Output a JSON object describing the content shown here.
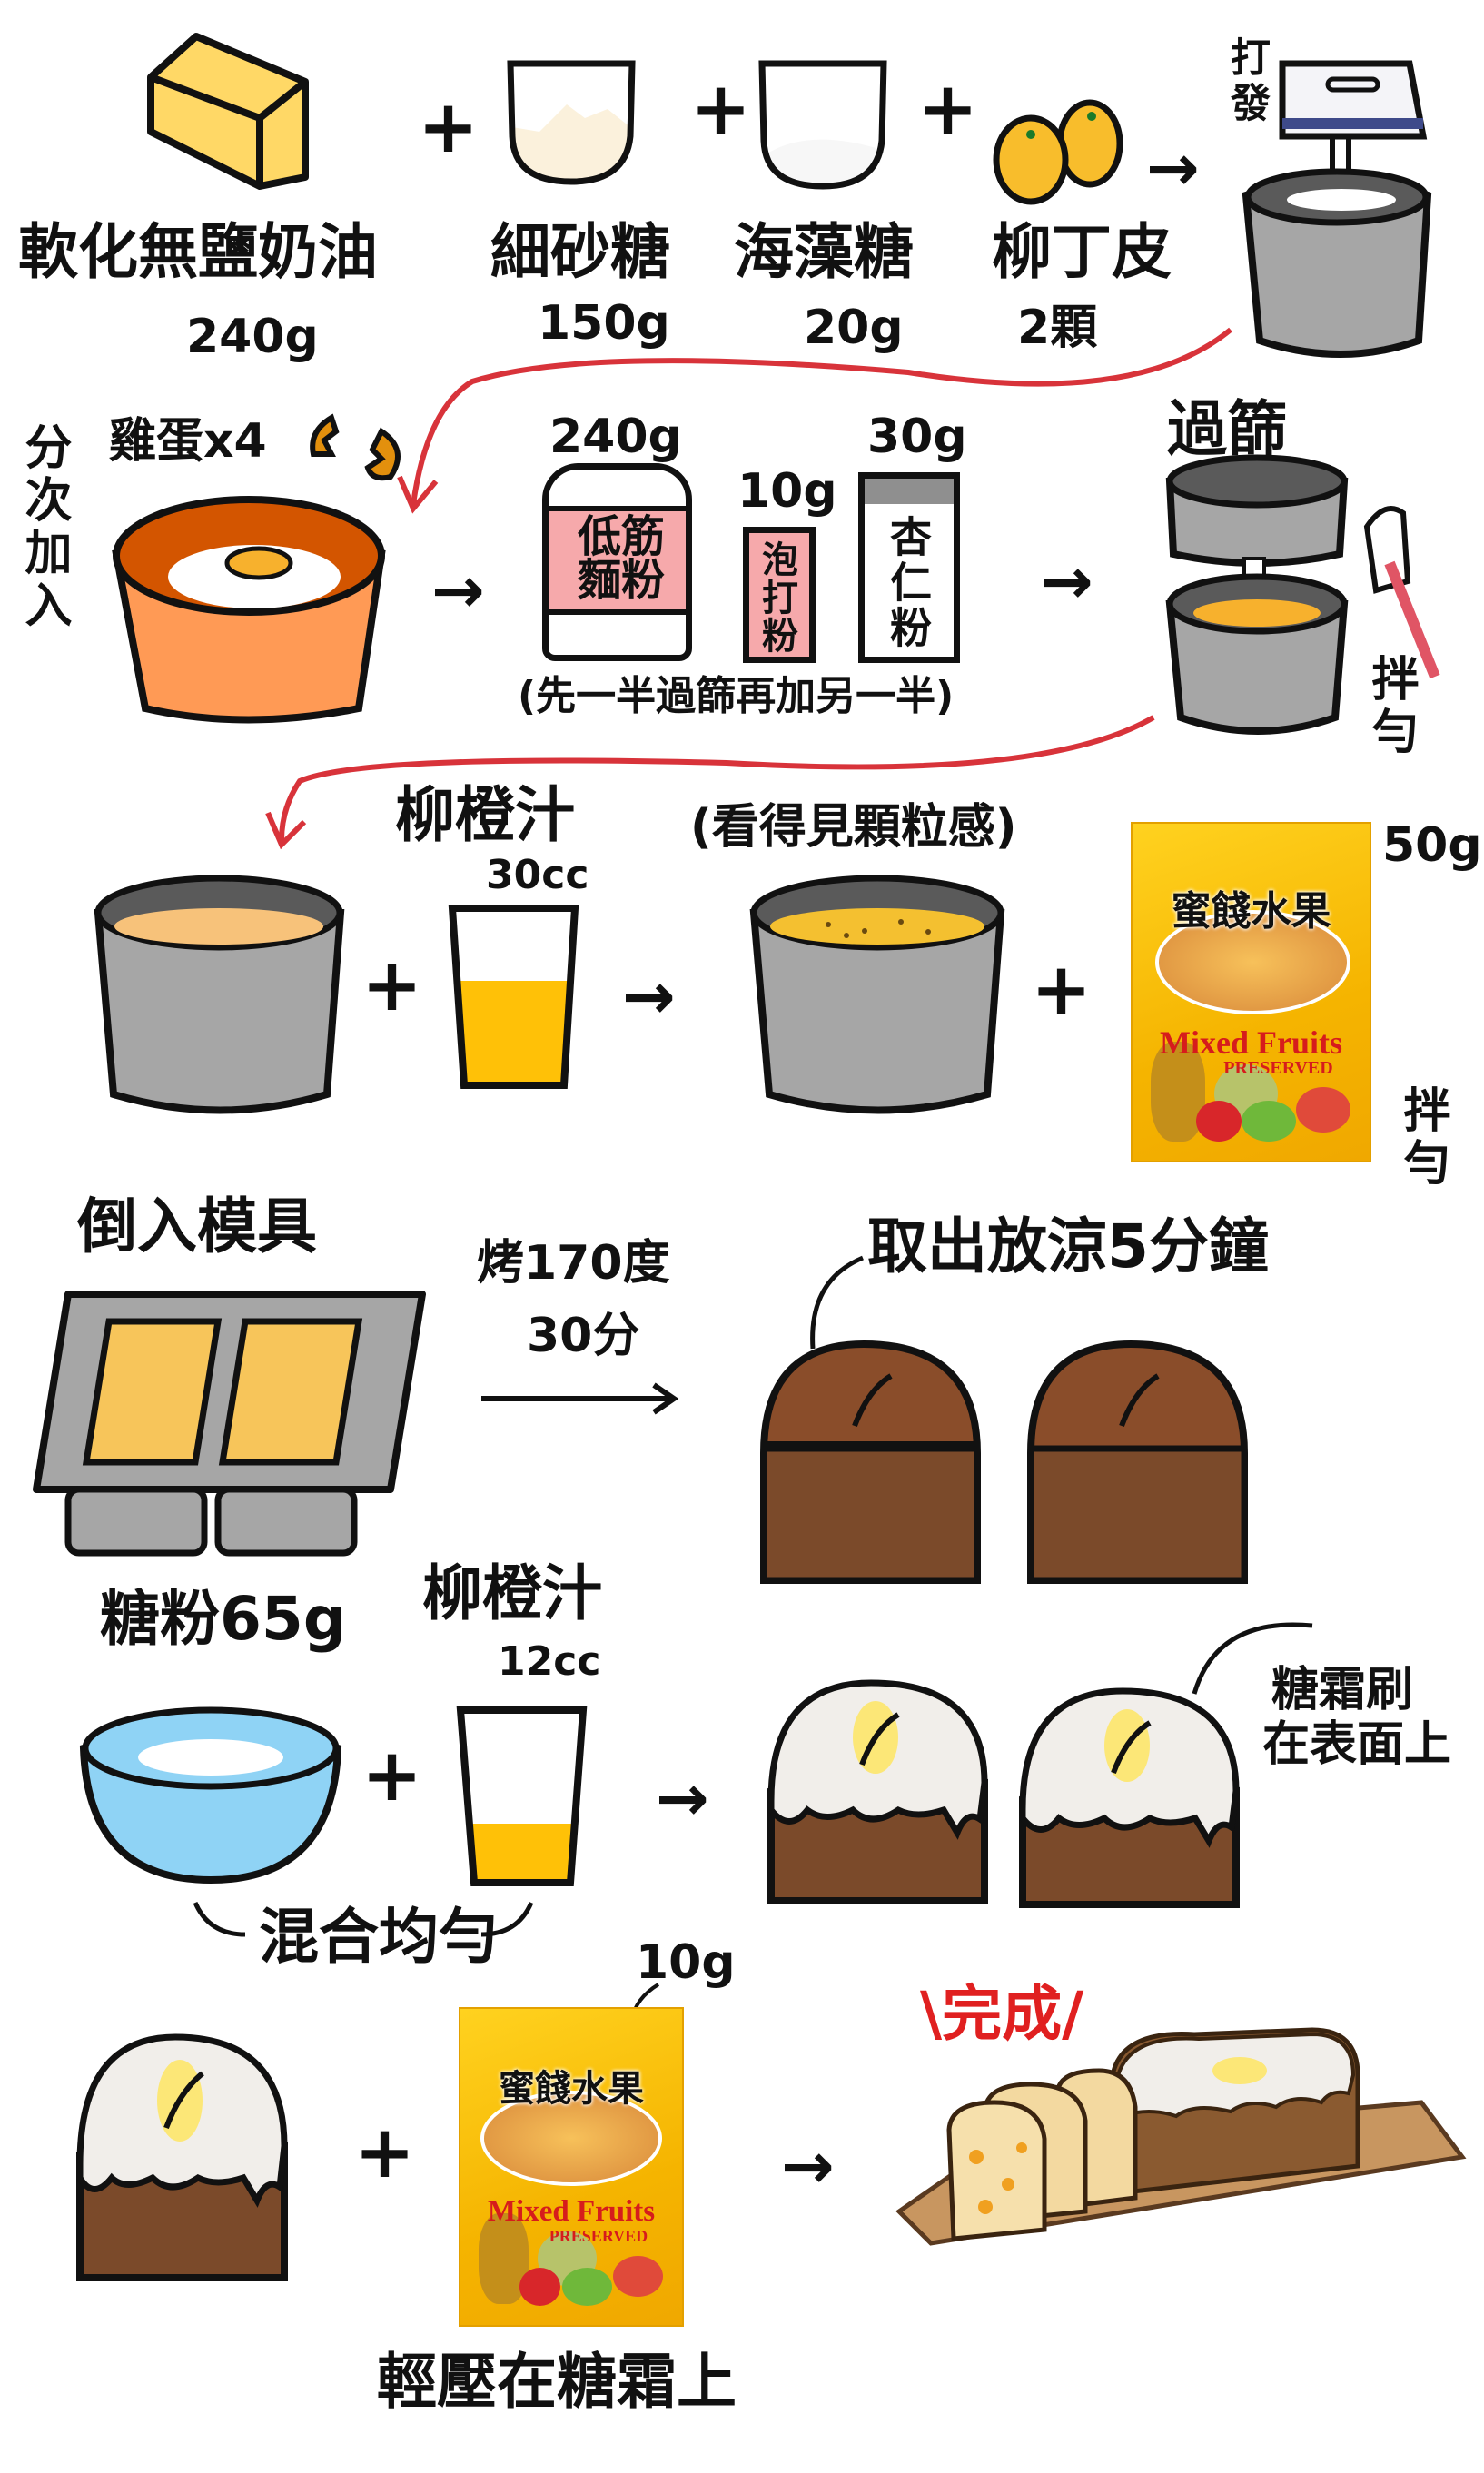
{
  "step1": {
    "butter": {
      "name": "軟化無鹽奶油",
      "amount": "240g"
    },
    "sugar": {
      "name": "細砂糖",
      "amount": "150g"
    },
    "trehalose": {
      "name": "海藻糖",
      "amount": "20g"
    },
    "orange_peel": {
      "name": "柳丁皮",
      "amount": "2顆"
    },
    "plus": "+",
    "arrow": "→",
    "action": "打發"
  },
  "step2": {
    "add_gradually": "分次加入",
    "eggs": "雞蛋x4",
    "cake_flour": {
      "amount": "240g",
      "name": "低筋麵粉"
    },
    "baking_powder": {
      "amount": "10g",
      "name": "泡打粉"
    },
    "almond_flour": {
      "amount": "30g",
      "name": "杏仁粉"
    },
    "note": "(先一半過篩再加另一半)",
    "sift": "過篩",
    "mix": "拌勻",
    "arrow": "→"
  },
  "step3": {
    "orange_juice": {
      "name": "柳橙汁",
      "amount": "30cc"
    },
    "note": "(看得見顆粒感)",
    "fruit_package": {
      "title": "蜜餞水果",
      "english": "Mixed Fruits",
      "english_sub": "PRESERVED"
    },
    "fruit_amount": "50g",
    "mix": "拌勻",
    "plus": "+",
    "arrow": "→"
  },
  "step4": {
    "pour_mold": "倒入模具",
    "bake_temp": "烤170度",
    "bake_time": "30分",
    "cool": "取出放涼5分鐘"
  },
  "step5": {
    "powdered_sugar": "糖粉65g",
    "orange_juice": {
      "name": "柳橙汁",
      "amount": "12cc"
    },
    "mix_evenly": "混合均勻",
    "brush_line1": "糖霜刷",
    "brush_line2": "在表面上",
    "plus": "+",
    "arrow": "→"
  },
  "step6": {
    "fruit_amount": "10g",
    "fruit_package": {
      "title": "蜜餞水果",
      "english": "Mixed Fruits",
      "english_sub": "PRESERVED"
    },
    "press": "輕壓在糖霜上",
    "done": "\\完成/",
    "plus": "+",
    "arrow": "→"
  },
  "colors": {
    "butter": "#ffd866",
    "orange": "#f6a32a",
    "bowl_gray": "#a6a6a6",
    "red_curve": "#d8333a",
    "cake_brown": "#8a4d2a",
    "pink": "#f6a9ab",
    "blue_bowl": "#8fd3f5",
    "juice": "#ffc107"
  }
}
